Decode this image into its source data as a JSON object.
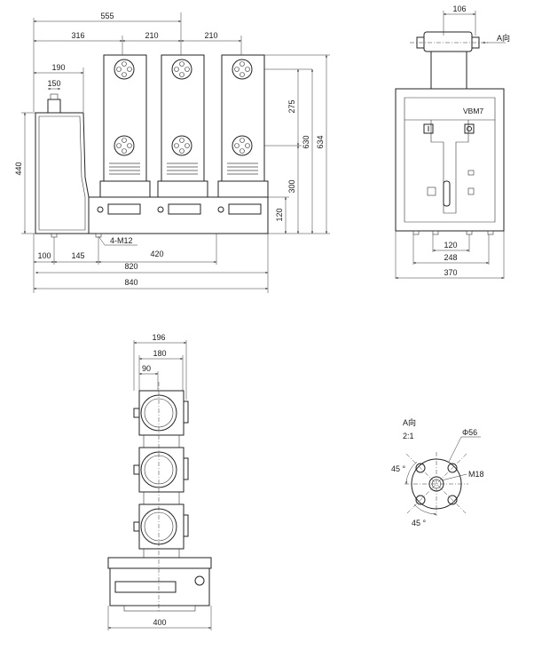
{
  "front_view": {
    "dimensions": {
      "overall_width_top": "555",
      "pole_offset": "316",
      "pole_pitch_1": "210",
      "pole_pitch_2": "210",
      "mechanism_width": "190",
      "handle_width": "150",
      "height_440": "440",
      "height_275": "275",
      "height_630": "630",
      "height_634": "634",
      "height_300": "300",
      "height_120": "120",
      "bottom_100": "100",
      "bottom_145": "145",
      "bottom_420": "420",
      "bottom_820": "820",
      "bottom_840": "840"
    },
    "bolt_note": "4-M12"
  },
  "side_view": {
    "model_label": "VBM7",
    "arrow_label": "A向",
    "dimensions": {
      "top_106": "106",
      "bottom_120": "120",
      "bottom_248": "248",
      "bottom_370": "370"
    }
  },
  "top_view": {
    "dimensions": {
      "d196": "196",
      "d180": "180",
      "d90": "90",
      "d400": "400"
    }
  },
  "detail_view": {
    "title": "A向",
    "scale": "2:1",
    "diameter": "Φ56",
    "thread": "M18",
    "angle_1": "45 °",
    "angle_2": "45 °"
  }
}
